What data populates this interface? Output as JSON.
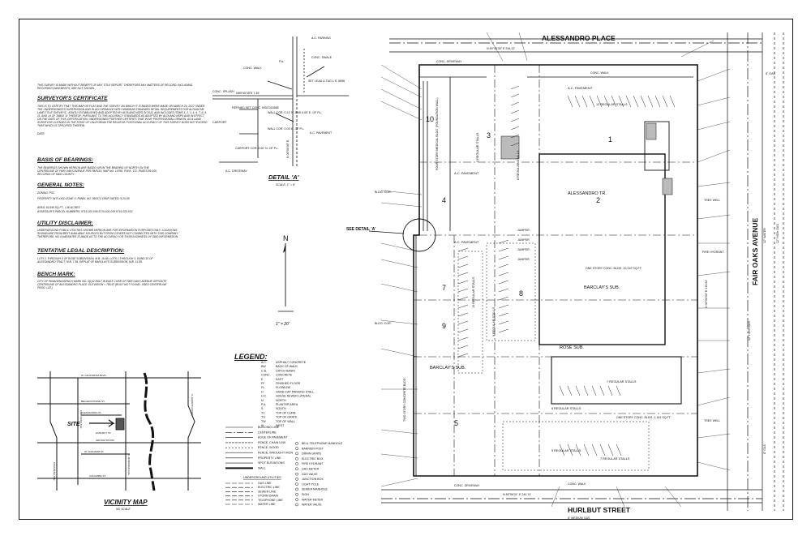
{
  "streets": {
    "north": "ALESSANDRO PLACE",
    "south": "HURLBUT STREET",
    "east": "FAIR OAKS AVENUE"
  },
  "notes": {
    "disclaimer": "THIS SURVEY IS MADE WITHOUT BENEFIT OF ANY TITLE REPORT. THEREFORE ANY MATTERS OF RECORD, INCLUDING RECORDED EASEMENTS, ARE NOT SHOWN.",
    "surveyors_certificate_title": "SURVEYOR'S CERTIFICATE",
    "surveyors_certificate_text": "THIS IS TO CERTIFY THAT THIS MAP OR PLAT AND THE SURVEY ON WHICH IT IS BASED WERE MADE ON MARCH 20, 2012 UNDER THE UNDERSIGNED'S SUPERVISION AND IN ACCORDANCE WITH 'MINIMUM STANDARD DETAIL REQUIREMENTS FOR ALTA/ACSM LAND TITLE SURVEYS', JOINTLY ESTABLISHED AND ADOPTED BY ALTA AND NSPS IN 2011, AND INCLUDES ITEMS 1, 2, 3, 4, 6, 7, 8, 9, 11, AND 14 OF TABLE 'A' THEREOF. PURSUANT TO THE ACCURACY STANDARDS AS ADOPTED BY ALTA AND NSPS AND IN EFFECT ON THE DATE OF THIS CERTIFICATION, UNDERSIGNED FURTHER CERTIFIES THAT IN MY PROFESSIONAL OPINION, AS A LAND SURVEYOR LICENSED IN THE STATE OF CALIFORNIA THE RELATIVE POSITIONAL ACCURACY OF THIS SURVEY DOES NOT EXCEED THAT WHICH IS SPECIFIED THEREIN.",
    "date_label": "DATE:",
    "basis_title": "BASIS OF BEARINGS:",
    "basis_text": "THE BEARINGS SHOWN HEREON ARE BASED UPON THE BEARING OF NORTH ON THE CENTERLINE OF FAIR OAKS AVENUE PER PARCEL MAP NO. 15768, P.M.B. 172, PAGES 89-100, RECORDS OF SAID COUNTY.",
    "general_title": "GENERAL NOTES:",
    "general_lines": [
      "ZONING: PSC",
      "PROPERTY IN FLOOD ZONE X, PANEL NO. 06037C1390F DATED: 9-26-08",
      "AREA: 92,849 SQ.FT., 1.80 ACRES",
      "ASSESSOR'S PARCEL NUMBERS: 5715-020-006 5715-020-019 5715-020-032"
    ],
    "utility_title": "UTILITY DISCLAIMER:",
    "utility_text": "UNDERGROUND PUBLIC UTILITIES SHOWN HEREON ARE FOR INFORMATION PURPOSES ONLY. LOCATIONS SHOWN ARE FROM BEST AVAILABLE SOURCES BUT FROM OTHERS NOT CONNECTED WITH THIS COMPANY. THEREFORE, NO GUARANTEE IS MADE AS TO THE ACCURACY OR THOROUGHNESS OF SAID INFORMATION.",
    "legal_title": "TENTATIVE LEGAL DESCRIPTION:",
    "legal_text": "LOTS 1 THROUGH 5 OF ROSE SUBDIVISION, M.B. 16-68. LOTS 1 THROUGH 3, 8 AND 10 OF ALESSANDRO TRACT, M.B. 7-84. REPLAT OF BARCLAY'S SUBDIVISION, M.B. 11-86.",
    "bench_title": "BENCH MARK:",
    "bench_text": "CITY OF PASADENA BENCH MARK NO. 6(1)/2 BOLT IN EAST CURB OF FAIR OAKS AVENUE OPPOSITE CENTERLINE OF ALESSANDRO PLACE. ELEVATION = 785.97 (BUILT NOT FOUND, USED CENTERLINE PROD. LAT.)"
  },
  "detail_a": {
    "title": "DETAIL 'A'",
    "scale": "SCALE: 1\" = 8'",
    "labels": [
      "A.C. PARKING",
      "CONC. SWALE",
      "CONC. WALK",
      "P.A.",
      "SET LEAD & TAG L.S. 5596",
      "CONC. SPLASH",
      "N89°45'35\"E 7.48'",
      "WALL COR. 0.21' N. AND 0.05' E. OF P.L.",
      "WALL COR. 0.03' E. OF P.L.",
      "REFINED SET CONC. BSIC01556E",
      "CARPORT",
      "CARPORT COR. 0.50' N. OF P.L.",
      "A.C. PAVEMENT",
      "A.C. DRIVEWAY",
      "N 00°00'00\" E"
    ]
  },
  "north_arrow": {
    "letter": "N",
    "scale_text": "1\" = 20'"
  },
  "site_plan": {
    "labels": {
      "see_detail": "SEE DETAIL 'A'",
      "alessandro_tr": "ALESSANDRO TR.",
      "barclays_sub": "BARCLAY'S SUB.",
      "barclay_sub2": "BARCLAY'S SUB.",
      "rose_sub": "ROSE SUB.",
      "bldg_main": "ONE STORY CONC. BLDG. 20,319 SQ.FT.",
      "bldg_small": "ONE STORY CONC. BLDG. 2,161 SQ.FT.",
      "bldg_west": "TWO STORY CONCRETE BLDG.",
      "pavement": "A.C. PAVEMENT",
      "stalls_a": "12 REGULAR STALLS",
      "stalls_b": "9 REGULAR STALLS",
      "stalls_c": "7 REGULAR STALLS",
      "stalls_d": "5 REGULAR STALLS",
      "stalls_e": "6 REGULAR STALLS",
      "stalls_f": "7 REGULAR STALLS",
      "stalls_g": "8 REGULAR STALLS",
      "stalls_h": "4 REGULAR STALLS",
      "stalls_i": "10 REGULAR STALLS",
      "conc_walk": "CONC. WALK",
      "conc_driveway": "CONC. DRIVEWAY",
      "trees": "TREE WELL",
      "jumper": "JUMPER",
      "bldg_cor": "BLDG. COR.",
      "fire_hydrant": "FIRE HYDRANT",
      "fence_wall": "FOUR STORY MEDICAL BLDG. (FOUNDATION WALL)",
      "lot_numbers": [
        "1",
        "2",
        "3",
        "4",
        "5",
        "7",
        "8",
        "9",
        "10"
      ],
      "dim_top": "N 89°45'35\" E 244.22'",
      "dim_bottom": "N 89°58'31\" E 240.74'",
      "dim_east": "N 00°00'00\" E 319.83'",
      "right_gas": "8\" GAS",
      "right_water": "12\" WATER",
      "right_hp_gas": "12\" HIGH GAS",
      "right_8gas": "8\" GAS",
      "medium_gas": "8\" MEDIUM GAS",
      "bottom_gas": "12\" HIGH GAS"
    }
  },
  "legend": {
    "title": "LEGEND:",
    "abbreviations": [
      [
        "A.C.",
        "ASPHALT CONCRETE"
      ],
      [
        "BW",
        "BACK OF WALK"
      ],
      [
        "C.B.",
        "CATCH BASIN"
      ],
      [
        "CONC.",
        "CONCRETE"
      ],
      [
        "E",
        "EAST"
      ],
      [
        "FF",
        "FINISHED FLOOR"
      ],
      [
        "FL",
        "FLOWLINE"
      ],
      [
        "H",
        "HAND-CAP PARKING STALL"
      ],
      [
        "H.C.",
        "HOUSE SEWER LATERAL"
      ],
      [
        "N",
        "NORTH"
      ],
      [
        "P.A.",
        "PLANTER AREA"
      ],
      [
        "S",
        "SOUTH"
      ],
      [
        "TC",
        "TOP OF CURB"
      ],
      [
        "TG",
        "TOP OF GRATE"
      ],
      [
        "TW",
        "TOP OF WALL"
      ],
      [
        "W",
        "WEST"
      ]
    ],
    "line_types": [
      "BUILDING LINE",
      "CENTERLINE",
      "EDGE OF PAVEMENT",
      "FENCE, CHAIN LINK",
      "FENCE, WOOD",
      "FENCE, WROUGHT IRON",
      "PROPERTY LINE",
      "SPOT ELEVATIONS",
      "WALL"
    ],
    "symbols": [
      "BELL TELEPHONE MANHOLE",
      "BARRIER POST",
      "DRAIN GRATE",
      "ELECTRIC BOX",
      "FIRE HYDRANT",
      "GAS METER",
      "GAS VALVE",
      "JUNCTION BOX",
      "LIGHT POLE",
      "SEWER MANHOLE",
      "SIGN",
      "WATER METER",
      "WATER VALVE"
    ],
    "underground_title": "UNDERGROUND UTILITIES",
    "underground": [
      "GAS LINE",
      "ELECTRIC LINE",
      "SEWER LINE",
      "STORM DRAIN",
      "TELEPHONE LINE",
      "WATER LINE"
    ]
  },
  "vicinity_map": {
    "title": "VICINITY MAP",
    "subtitle": "NO SCALE",
    "site_label": "SITE",
    "streets": [
      "W. CALIFORNIA BLVD.",
      "BELLEFONTAINE ST.",
      "ALESSANDRO PL.",
      "HURLBUT ST.",
      "ARLINGTON DR.",
      "W. GLENARM ST.",
      "COLUMBIA ST.",
      "FAIR OAKS AVE.",
      "S. MARENGO AVE.",
      "PASADENA AVE.",
      "S. ARROYO PKWY."
    ]
  }
}
